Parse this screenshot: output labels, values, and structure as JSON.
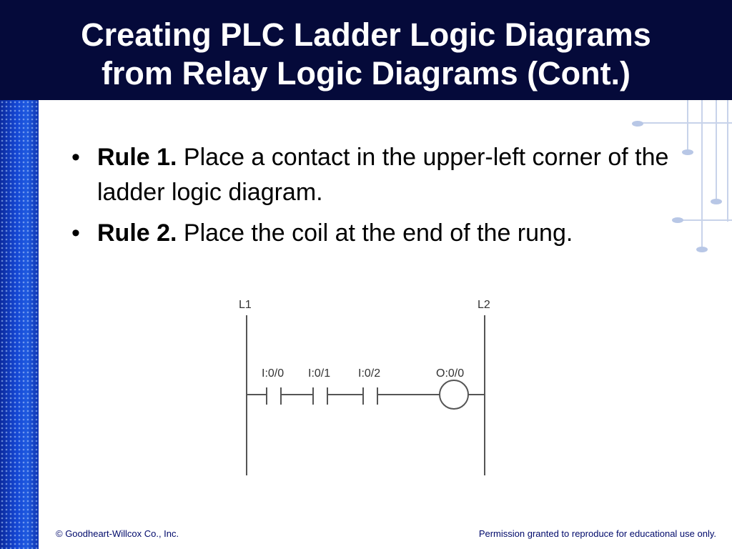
{
  "slide": {
    "title_line1": "Creating PLC Ladder Logic Diagrams",
    "title_line2": "from Relay Logic Diagrams (Cont.)"
  },
  "bullets": [
    {
      "bold": "Rule 1.",
      "text": " Place a contact in the upper-left corner of the ladder logic diagram."
    },
    {
      "bold": "Rule 2.",
      "text": " Place the coil at the end of the rung."
    }
  ],
  "diagram": {
    "left_rail_label": "L1",
    "right_rail_label": "L2",
    "contacts": [
      "I:0/0",
      "I:0/1",
      "I:0/2"
    ],
    "coil": "O:0/0"
  },
  "footer": {
    "copyright": "© Goodheart-Willcox Co., Inc.",
    "permission": "Permission granted to reproduce for educational use only."
  },
  "colors": {
    "header_bg": "#050a3a",
    "sidebar_blue": "#1548d6",
    "footer_text": "#000a6b"
  }
}
